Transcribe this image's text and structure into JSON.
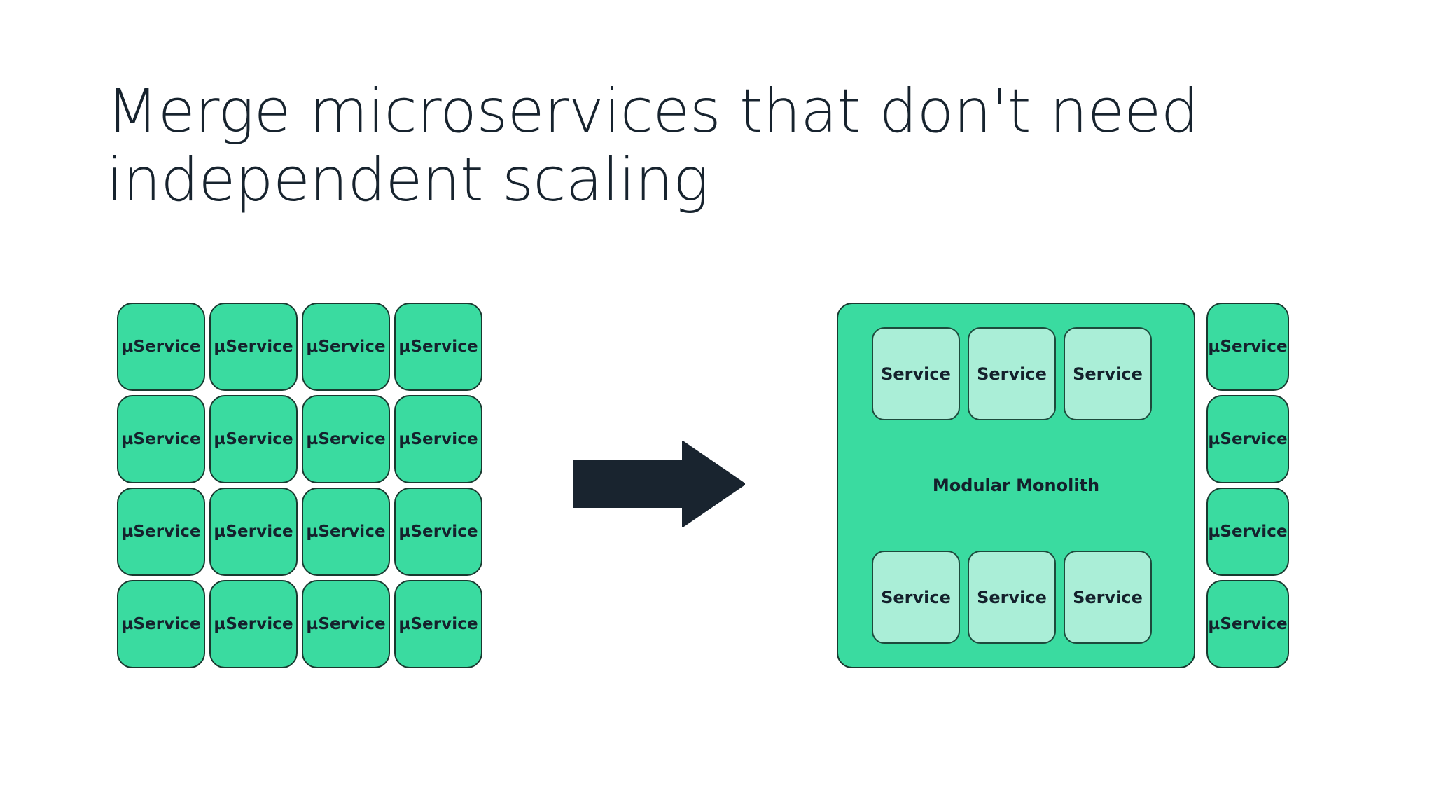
{
  "slide": {
    "title": "Merge microservices that don't need independent scaling",
    "background_color": "#ffffff"
  },
  "theme": {
    "title_color": "#17232e",
    "microservice_fill": "#3adba0",
    "microservice_border": "#19392f",
    "microservice_text": "#15222d",
    "monolith_fill": "#3adba0",
    "monolith_border": "#19392f",
    "inner_service_fill": "#aaeed7",
    "inner_service_border": "#1d4a3c",
    "arrow_color": "#19242f"
  },
  "diagram": {
    "before": {
      "name": "microservice-grid",
      "rows": 4,
      "columns": 4,
      "tiles": [
        {
          "label": "µService"
        },
        {
          "label": "µService"
        },
        {
          "label": "µService"
        },
        {
          "label": "µService"
        },
        {
          "label": "µService"
        },
        {
          "label": "µService"
        },
        {
          "label": "µService"
        },
        {
          "label": "µService"
        },
        {
          "label": "µService"
        },
        {
          "label": "µService"
        },
        {
          "label": "µService"
        },
        {
          "label": "µService"
        },
        {
          "label": "µService"
        },
        {
          "label": "µService"
        },
        {
          "label": "µService"
        },
        {
          "label": "µService"
        }
      ]
    },
    "arrow": {
      "name": "right-arrow",
      "direction": "right"
    },
    "after": {
      "monolith": {
        "label": "Modular Monolith",
        "top_row": [
          {
            "label": "Service"
          },
          {
            "label": "Service"
          },
          {
            "label": "Service"
          }
        ],
        "bottom_row": [
          {
            "label": "Service"
          },
          {
            "label": "Service"
          },
          {
            "label": "Service"
          }
        ]
      },
      "remaining_microservices": [
        {
          "label": "µService"
        },
        {
          "label": "µService"
        },
        {
          "label": "µService"
        },
        {
          "label": "µService"
        }
      ]
    }
  }
}
